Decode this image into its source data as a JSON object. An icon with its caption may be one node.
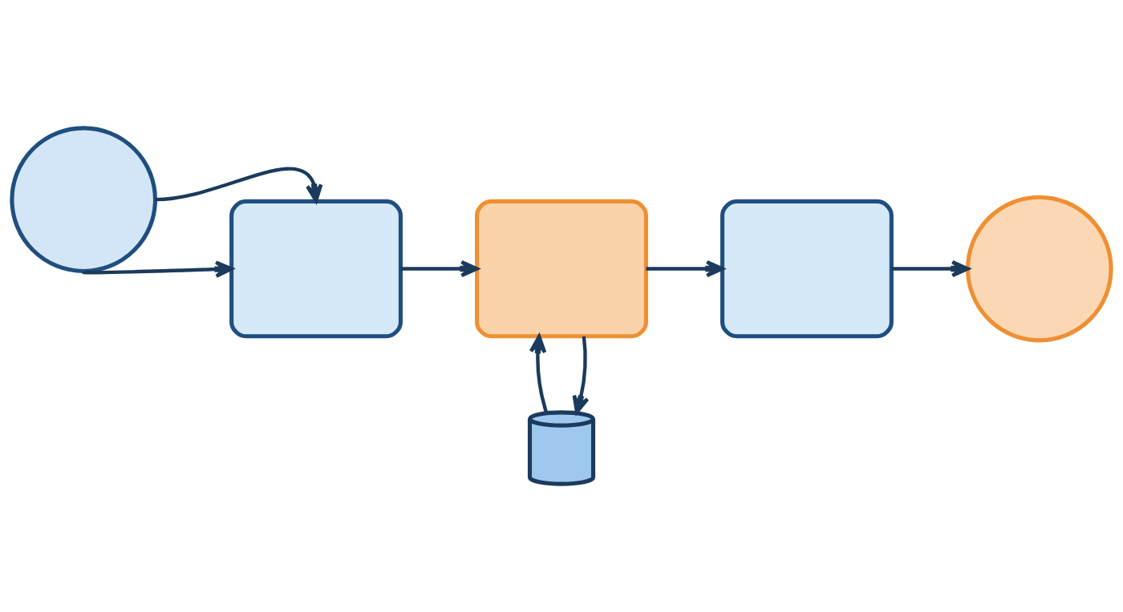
{
  "diagram": {
    "nodes": [
      {
        "text": [],
        "shape": "circle"
      },
      {
        "text": [],
        "shape": "box"
      },
      {
        "text": [],
        "shape": "box"
      },
      {
        "text": [],
        "shape": "box"
      },
      {
        "text": [],
        "shape": "circle"
      },
      {
        "text": [],
        "shape": "cylinder"
      }
    ],
    "edges": [
      {
        "from": 0,
        "to": 1,
        "arrow": "to"
      },
      {
        "from": 0,
        "to": 1,
        "arrow": "to"
      },
      {
        "from": 1,
        "to": 2,
        "arrow": "to"
      },
      {
        "from": 2,
        "to": 3,
        "arrow": "to"
      },
      {
        "from": 2,
        "to": 5,
        "arrow": "to"
      },
      {
        "from": 5,
        "to": 2,
        "arrow": "to"
      },
      {
        "from": 3,
        "to": 4,
        "arrow": "to"
      }
    ]
  }
}
